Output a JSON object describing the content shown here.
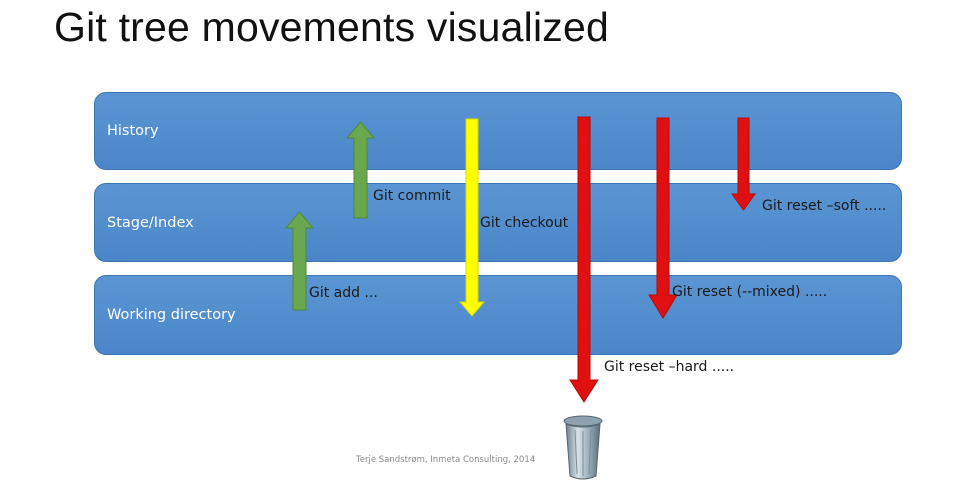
{
  "title": "Git tree movements visualized",
  "layers": {
    "history": "History",
    "stage": "Stage/Index",
    "working": "Working directory"
  },
  "commands": {
    "commit": "Git commit",
    "add": "Git add ...",
    "checkout": "Git checkout",
    "reset_hard": "Git reset –hard .....",
    "reset_mixed": "Git reset (--mixed) .....",
    "reset_soft": "Git reset –soft ....."
  },
  "credit": "Terje Sandstrøm, Inmeta Consulting, 2014",
  "colors": {
    "band": "#4f8ccc",
    "up_arrow": "#6aa84f",
    "checkout_arrow": "#ffff00",
    "reset_arrow": "#e01010"
  },
  "icons": {
    "trash": "trash-can-icon"
  }
}
